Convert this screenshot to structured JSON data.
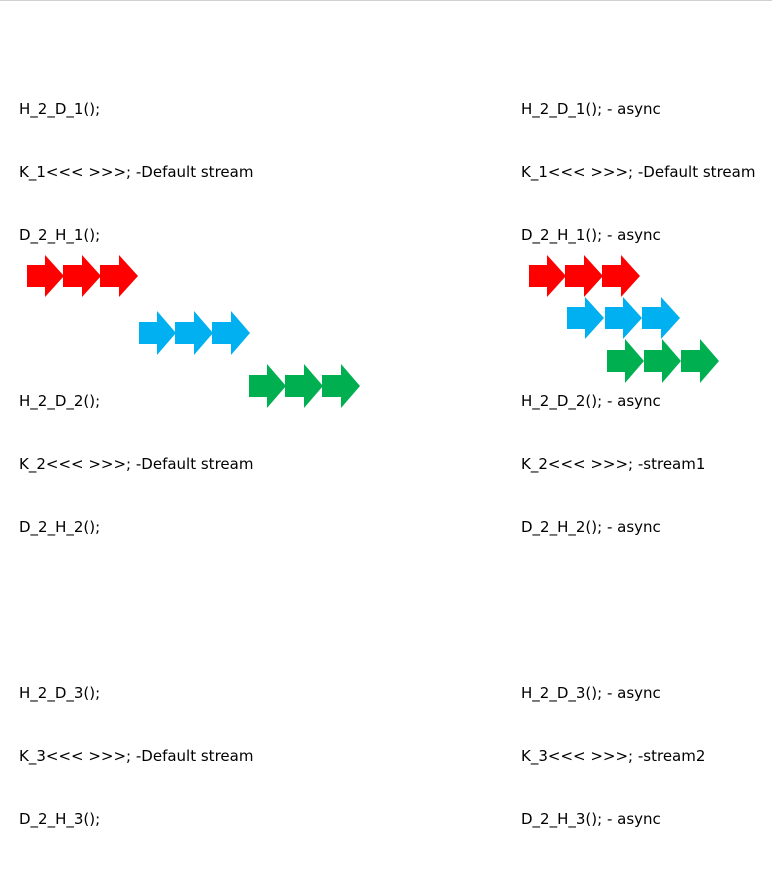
{
  "left": {
    "blocks": [
      [
        "H_2_D_1();",
        "K_1<<< >>>; -Default stream",
        "D_2_H_1();"
      ],
      [
        "H_2_D_2();",
        "K_2<<< >>>; -Default stream",
        "D_2_H_2();"
      ],
      [
        "H_2_D_3();",
        "K_3<<< >>>; -Default stream",
        "D_2_H_3();"
      ]
    ]
  },
  "right": {
    "blocks": [
      [
        "H_2_D_1(); - async",
        "K_1<<< >>>; -Default stream",
        "D_2_H_1(); - async"
      ],
      [
        "H_2_D_2(); - async",
        "K_2<<< >>>; -stream1",
        "D_2_H_2(); - async"
      ],
      [
        "H_2_D_3(); - async",
        "K_3<<< >>>; -stream2",
        "D_2_H_3(); - async"
      ]
    ]
  },
  "colors": {
    "stream_1": "#ff0000",
    "stream_2": "#00b0f0",
    "stream_3": "#00b050"
  }
}
